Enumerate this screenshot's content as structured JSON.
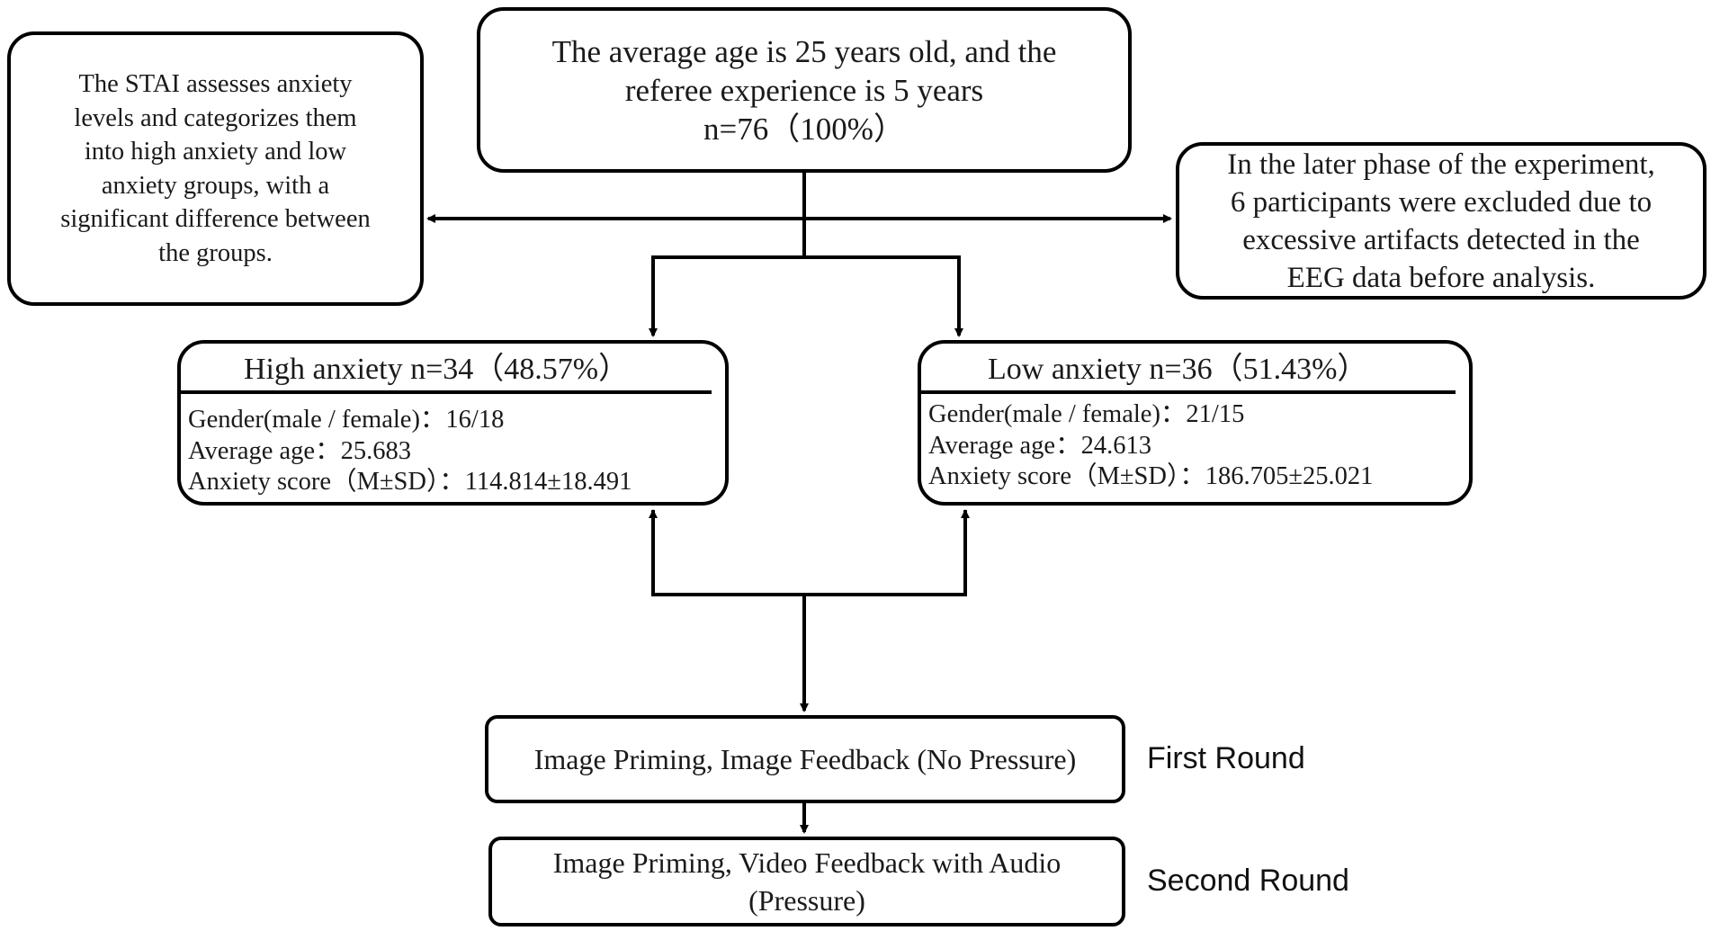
{
  "top_box": {
    "lines": [
      "The average age is 25 years old, and the",
      "referee experience is 5 years",
      "n=76（100%）"
    ]
  },
  "left_box": {
    "lines": [
      "The STAI assesses anxiety",
      "levels and categorizes them",
      "into high anxiety and low",
      "anxiety groups, with a",
      "significant difference between",
      "the groups."
    ]
  },
  "right_box": {
    "lines": [
      "In the later phase of the experiment,",
      "6 participants were excluded due to",
      "excessive artifacts detected in the",
      "EEG data before analysis."
    ]
  },
  "high_group": {
    "title": "High anxiety n=34（48.57%）",
    "gender": "Gender(male / female)：16/18",
    "age": "Average age：25.683",
    "score": "Anxiety score（M±SD）：114.814±18.491"
  },
  "low_group": {
    "title": "Low anxiety n=36（51.43%）",
    "gender": "Gender(male / female)：21/15",
    "age": "Average age：24.613",
    "score": "Anxiety score（M±SD）：186.705±25.021"
  },
  "round1": {
    "text": "Image Priming, Image Feedback (No Pressure)",
    "label": "First Round"
  },
  "round2": {
    "lines": [
      "Image Priming, Video Feedback with Audio",
      "(Pressure)"
    ],
    "label": "Second Round"
  },
  "colors": {
    "line": "#000000",
    "text": "#1a1a1a",
    "background": "#ffffff"
  }
}
